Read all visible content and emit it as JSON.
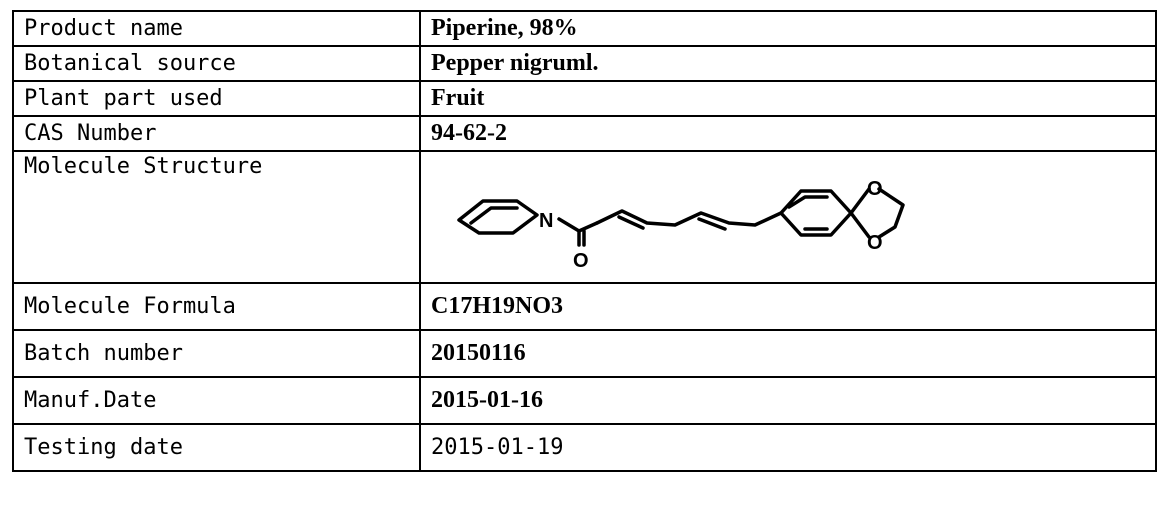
{
  "rows": [
    {
      "label": "Product name",
      "value": "Piperine, 98%"
    },
    {
      "label": "Botanical source",
      "value": "Pepper nigruml."
    },
    {
      "label": "Plant part used",
      "value": "Fruit"
    },
    {
      "label": "CAS Number",
      "value": "94-62-2"
    },
    {
      "label": "Molecule Structure",
      "value": null
    },
    {
      "label": "Molecule Formula",
      "value": "C17H19NO3"
    },
    {
      "label": "Batch number",
      "value": "20150116"
    },
    {
      "label": "Manuf.Date",
      "value": "2015-01-16"
    },
    {
      "label": "Testing date",
      "value": "2015-01-19"
    }
  ],
  "structure": {
    "atom_n": "N",
    "atom_o_carbonyl": "O",
    "atom_o_ring_top": "O",
    "atom_o_ring_bottom": "O"
  }
}
